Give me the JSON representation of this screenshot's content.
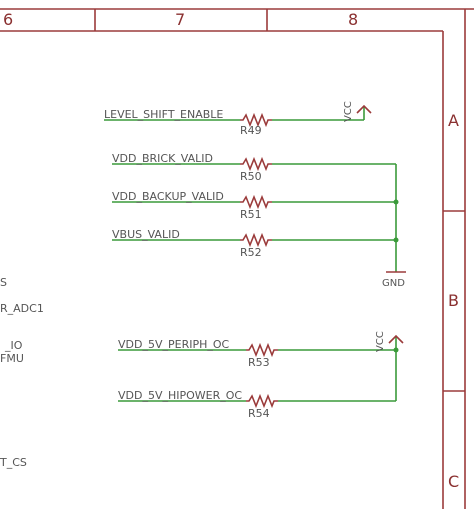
{
  "frame": {
    "columns": [
      "6",
      "7",
      "8"
    ],
    "rows": [
      "A",
      "B",
      "C"
    ]
  },
  "left_fragments": [
    "S",
    "R_ADC1",
    "_IO",
    "FMU",
    "T_CS"
  ],
  "nets": [
    {
      "label": "LEVEL_SHIFT_ENABLE",
      "ref": "R49"
    },
    {
      "label": "VDD_BRICK_VALID",
      "ref": "R50"
    },
    {
      "label": "VDD_BACKUP_VALID",
      "ref": "R51"
    },
    {
      "label": "VBUS_VALID",
      "ref": "R52"
    },
    {
      "label": "VDD_5V_PERIPH_OC",
      "ref": "R53"
    },
    {
      "label": "VDD_5V_HIPOWER_OC",
      "ref": "R54"
    }
  ],
  "power": {
    "vcc_top": "VCC",
    "gnd": "GND",
    "vcc_bottom": "VCC"
  },
  "colors": {
    "frame": "#9b3b3b",
    "wire": "#3a9a3a",
    "text": "#555555"
  }
}
